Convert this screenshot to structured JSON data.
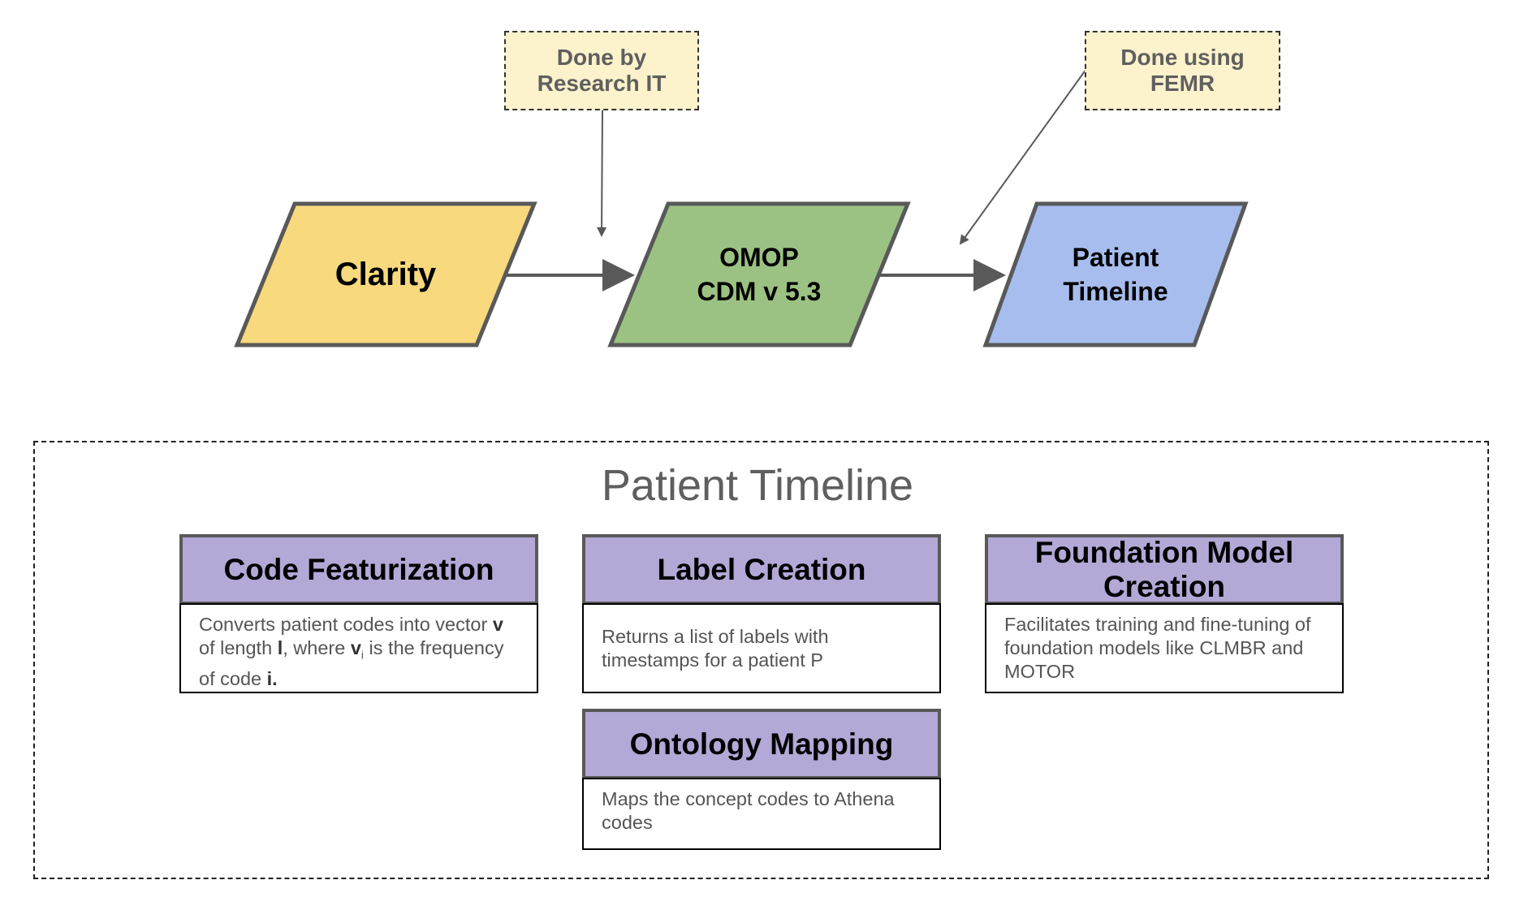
{
  "notes": {
    "research_it": [
      "Done by",
      "Research IT"
    ],
    "femr": [
      "Done using",
      "FEMR"
    ]
  },
  "flow": {
    "clarity": {
      "label": "Clarity",
      "color": "#f8d97d"
    },
    "omop": {
      "lines": [
        "OMOP",
        "CDM v 5.3"
      ],
      "color": "#9cc283"
    },
    "timeline": {
      "lines": [
        "Patient",
        "Timeline"
      ],
      "color": "#a7bdee"
    }
  },
  "container": {
    "title": "Patient Timeline"
  },
  "cards": {
    "code_featurization": {
      "title": "Code Featurization",
      "body": {
        "t1": "Converts patient codes into vector ",
        "v": "v",
        "t2": "of length ",
        "l": "l",
        "t3": ", where ",
        "vi": "v",
        "sub": "i",
        "t4": " is the frequency",
        "t5": "of code ",
        "i": "i."
      }
    },
    "label_creation": {
      "title": "Label Creation",
      "body": [
        "Returns a list of labels with",
        "timestamps for a patient P"
      ]
    },
    "foundation_model": {
      "title": [
        "Foundation Model",
        "Creation"
      ],
      "body": [
        "Facilitates training and fine-tuning of",
        "foundation models like CLMBR and",
        "MOTOR"
      ]
    },
    "ontology_mapping": {
      "title": "Ontology Mapping",
      "body": [
        "Maps the concept codes to Athena",
        "codes"
      ]
    }
  },
  "colors": {
    "card_header": "#b3a8d6",
    "note_fill": "#fcf2cc",
    "stroke": "#595959"
  }
}
